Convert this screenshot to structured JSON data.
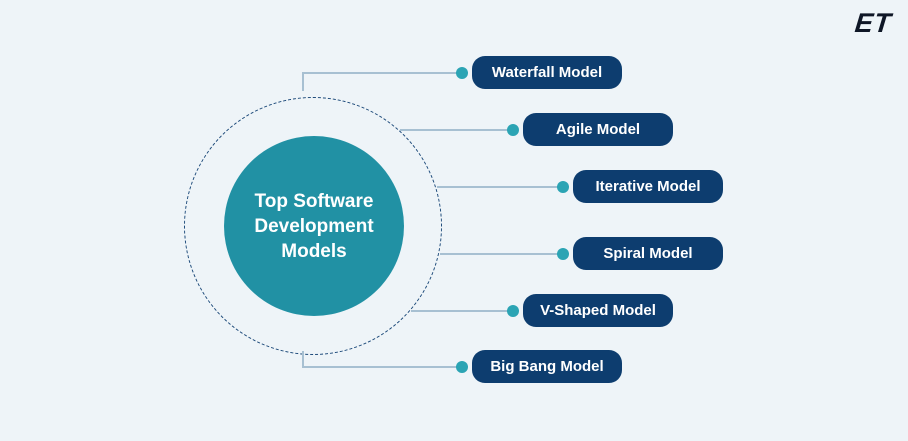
{
  "logo": {
    "text": "ET"
  },
  "center": {
    "title": "Top Software Development Models",
    "lines": [
      "Top Software",
      "Development",
      "Models"
    ]
  },
  "models": [
    {
      "label": "Waterfall Model"
    },
    {
      "label": "Agile Model"
    },
    {
      "label": "Iterative Model"
    },
    {
      "label": "Spiral Model"
    },
    {
      "label": "V-Shaped Model"
    },
    {
      "label": "Big Bang Model"
    }
  ],
  "colors": {
    "background": "#eef4f8",
    "center_circle": "#2191a4",
    "model_box": "#0d3d6f",
    "dot": "#2ba4b4",
    "connector_line": "#a7c0d2",
    "dashed_ring": "#1d4a7a",
    "box_text": "#ffffff",
    "circle_text": "#ffffff",
    "logo_text": "#0e1626"
  }
}
